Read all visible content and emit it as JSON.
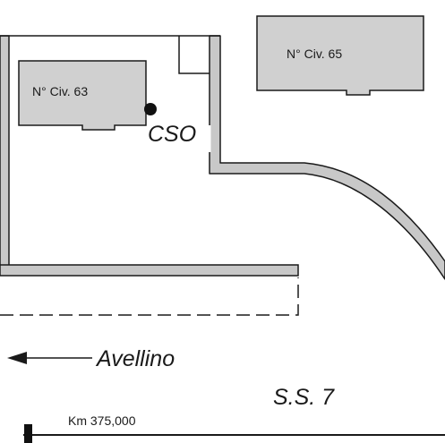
{
  "map": {
    "colors": {
      "building_fill": "#d0d0d0",
      "road_edge": "#1a1a1a",
      "road_fill": "#c8c8c8",
      "marker": "#111111",
      "background": "#ffffff"
    },
    "buildings": [
      {
        "id": "civ63",
        "label": "N° Civ. 63"
      },
      {
        "id": "civ65",
        "label": "N° Civ. 65"
      }
    ],
    "marker": {
      "label": "CSO"
    },
    "direction": {
      "label": "Avellino",
      "arrow": "left-arrow-icon"
    },
    "road_name": "S.S. 7",
    "kilometer_marker": {
      "label": "Km 375,000"
    }
  }
}
